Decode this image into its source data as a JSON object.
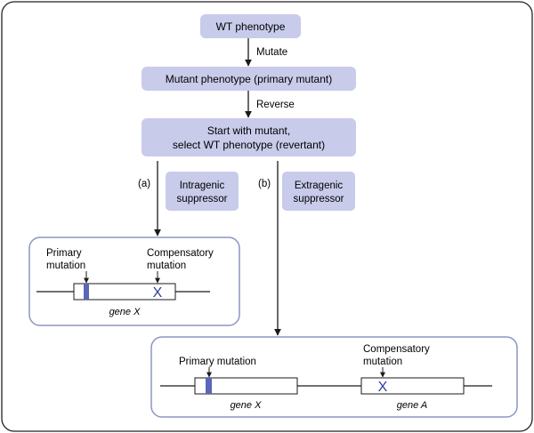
{
  "colors": {
    "box_fill": "#c8cbea",
    "panel_border": "#8e94c6",
    "gene_mark": "#5a66b8",
    "x_mark": "#2a3fa0",
    "line": "#1a1a1a"
  },
  "boxes": {
    "wt": "WT phenotype",
    "mutant": "Mutant phenotype (primary mutant)",
    "revertant_line1": "Start with mutant,",
    "revertant_line2": "select WT phenotype (revertant)",
    "intragenic_line1": "Intragenic",
    "intragenic_line2": "suppressor",
    "extragenic_line1": "Extragenic",
    "extragenic_line2": "suppressor"
  },
  "arrows": {
    "mutate": "Mutate",
    "reverse": "Reverse",
    "path_a": "(a)",
    "path_b": "(b)"
  },
  "panel_a": {
    "primary_line1": "Primary",
    "primary_line2": "mutation",
    "compensatory_line1": "Compensatory",
    "compensatory_line2": "mutation",
    "x_mark": "X",
    "gene_label": "gene X"
  },
  "panel_b": {
    "primary": "Primary mutation",
    "compensatory_line1": "Compensatory",
    "compensatory_line2": "mutation",
    "x_mark": "X",
    "gene_x_label": "gene X",
    "gene_a_label": "gene A"
  }
}
